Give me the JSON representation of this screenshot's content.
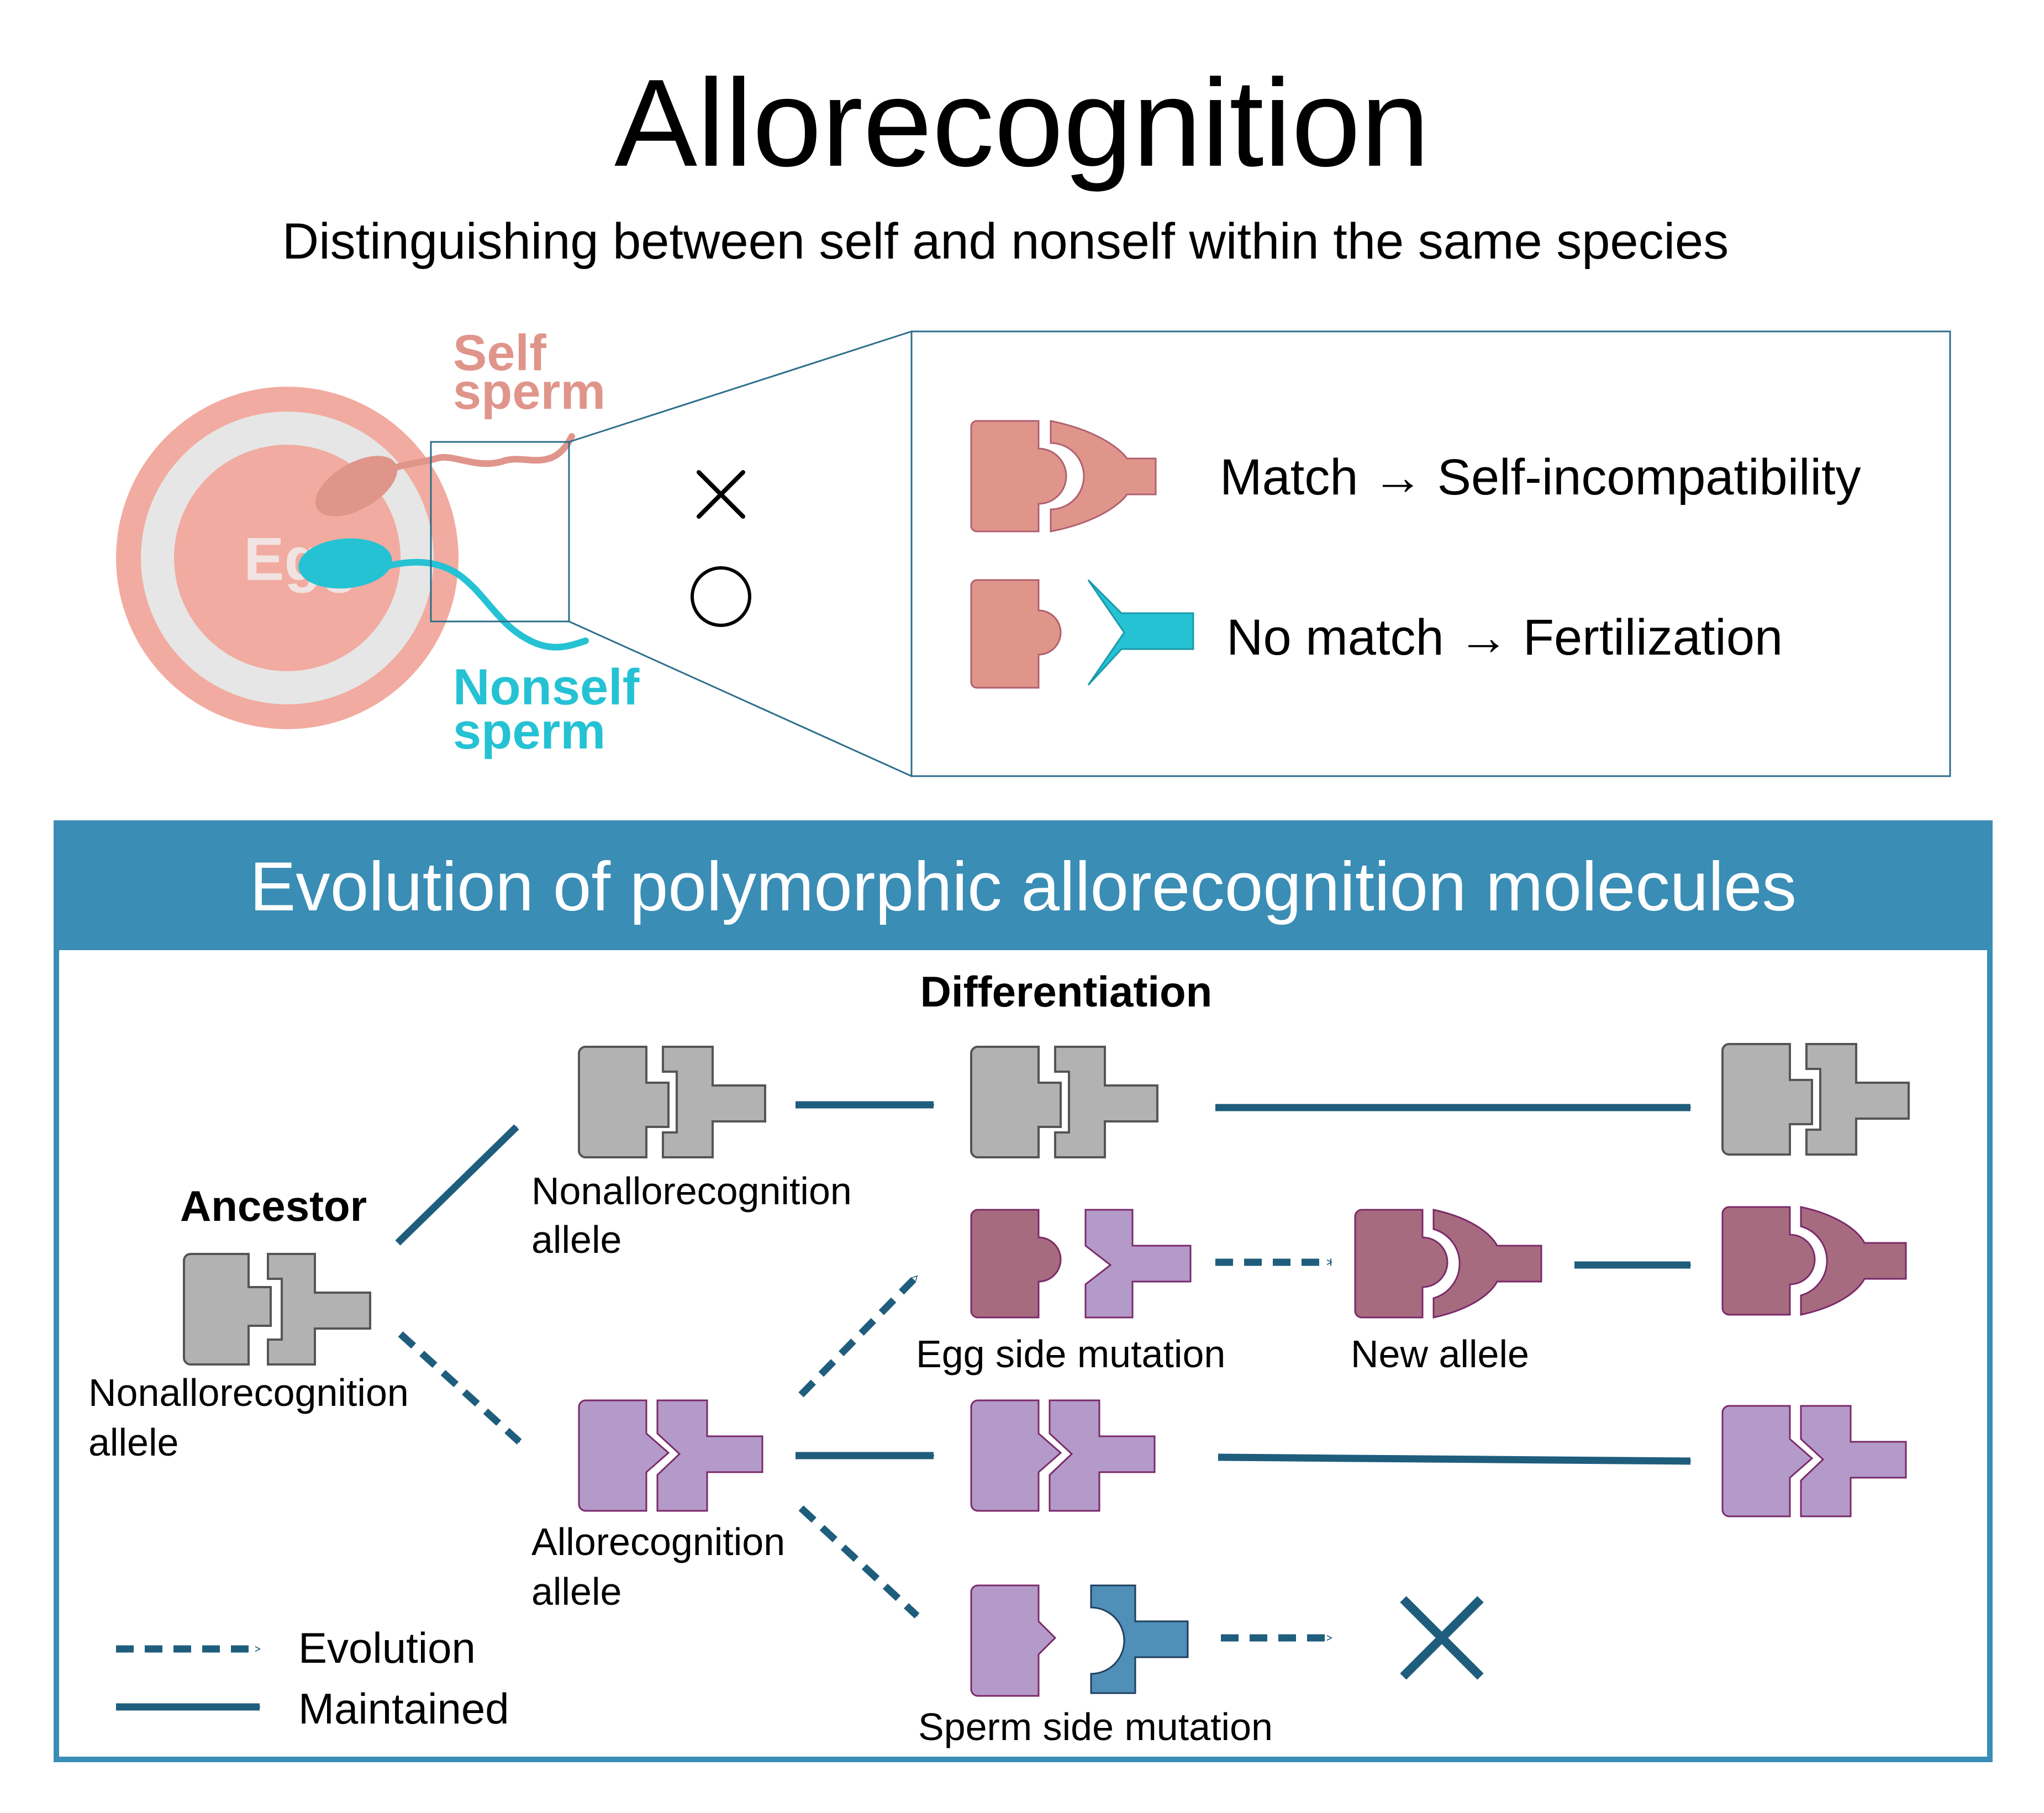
{
  "title": "Allorecognition",
  "subtitle": "Distinguishing between self and nonself within the same species",
  "top": {
    "egg_label": "Egg",
    "self_sperm": [
      "Self",
      "sperm"
    ],
    "nonself_sperm": [
      "Nonself",
      "sperm"
    ],
    "cross_mark": "×",
    "circle_mark": "○",
    "match_text": "Match → Self-incompatibility",
    "nomatch_text": "No match → Fertilization"
  },
  "evolution": {
    "header": "Evolution of polymorphic allorecognition molecules",
    "differentiation": "Differentiation",
    "ancestor": "Ancestor",
    "nonallo_allele": [
      "Nonallorecognition",
      "allele"
    ],
    "allo_allele": [
      "Allorecognition",
      "allele"
    ],
    "egg_side_mutation": "Egg side mutation",
    "new_allele": "New allele",
    "sperm_side_mutation": "Sperm side mutation",
    "legend": {
      "evolution": "Evolution",
      "maintained": "Maintained"
    }
  },
  "colors": {
    "salmon": "#e0958b",
    "salmon_light": "#f2aba0",
    "teal_sperm": "#25c2d4",
    "grey": "#b2b2b2",
    "maroon": "#a76b80",
    "lavender": "#b49ac9",
    "blue_mol": "#4f8fb8",
    "arrow": "#1f5d7d",
    "panel": "#3a8db5"
  }
}
